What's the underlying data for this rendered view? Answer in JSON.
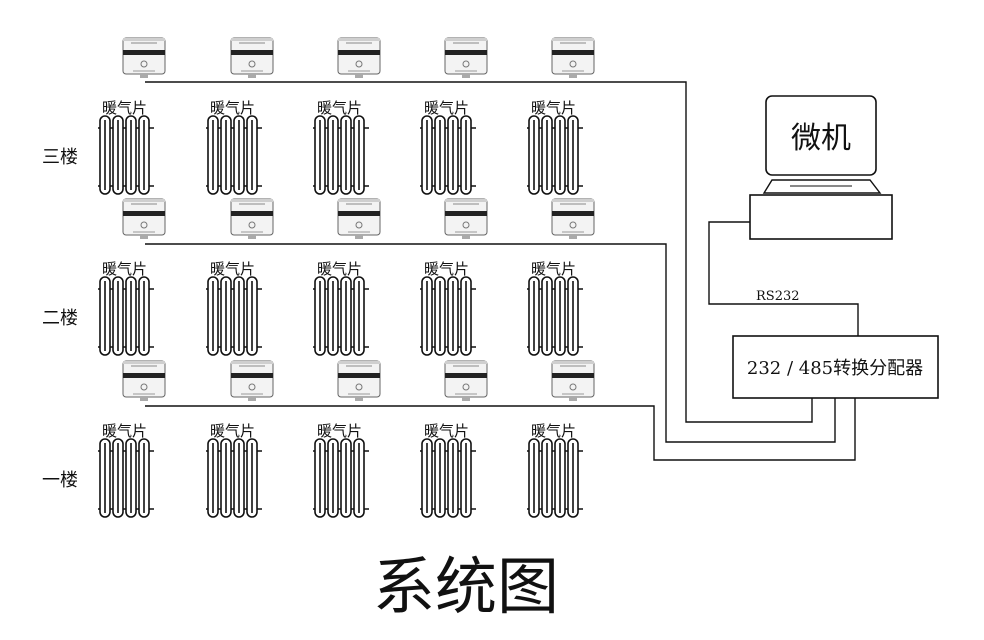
{
  "floors": [
    {
      "label": "三楼",
      "radiator_label": "暖气片"
    },
    {
      "label": "二楼",
      "radiator_label": "暖气片"
    },
    {
      "label": "一楼",
      "radiator_label": "暖气片"
    }
  ],
  "computer": {
    "label": "微机"
  },
  "interface": {
    "label": "RS232"
  },
  "converter": {
    "label": "232 / 485转换分配器"
  },
  "title": "系统图"
}
